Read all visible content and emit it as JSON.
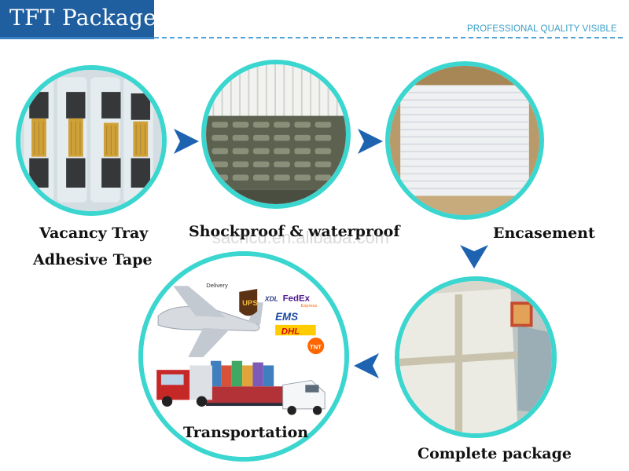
{
  "header": {
    "title": "TFT Package",
    "tagline": "PROFESSIONAL QUALITY VISIBLE"
  },
  "steps": [
    {
      "label_line1": "Vacancy Tray",
      "label_line2": "Adhesive Tape"
    },
    {
      "label": "Shockproof & waterproof"
    },
    {
      "label": "Encasement"
    },
    {
      "label": "Complete package"
    },
    {
      "label": "Transportation"
    }
  ],
  "transport": {
    "delivery_label": "Delivery",
    "couriers": [
      "UPS",
      "XDL",
      "FedEx",
      "Express",
      "EMS",
      "DHL",
      "TNT"
    ]
  },
  "watermark": "sacrlcd.en.alibaba.com",
  "colors": {
    "header_bg": "#1f5f9f",
    "circle_border": "#3ad6cf",
    "arrow": "#1e63b0",
    "tagline": "#3aa0c8"
  }
}
